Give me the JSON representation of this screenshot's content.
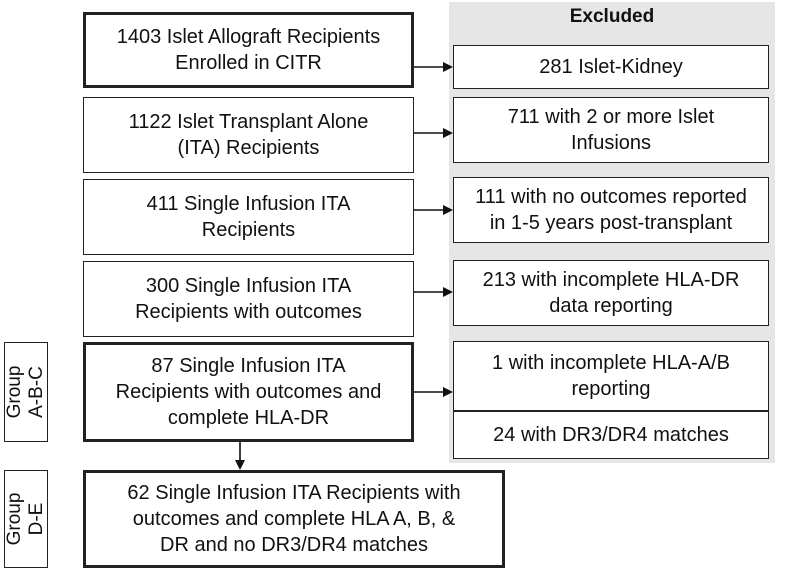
{
  "excluded_title": "Excluded",
  "main_boxes": [
    "1403 Islet Allograft Recipients\nEnrolled in CITR",
    "1122 Islet Transplant Alone\n(ITA) Recipients",
    "411 Single Infusion ITA\nRecipients",
    "300 Single Infusion ITA\nRecipients with outcomes",
    "87 Single Infusion ITA\nRecipients with outcomes and\ncomplete HLA-DR",
    "62 Single Infusion ITA Recipients with\noutcomes and complete HLA A, B, &\nDR and no DR3/DR4 matches"
  ],
  "excluded_boxes": [
    "281 Islet-Kidney",
    "711 with 2 or more Islet\nInfusions",
    "111 with no outcomes reported\nin 1-5 years post-transplant",
    "213 with incomplete HLA-DR\ndata reporting",
    "1 with incomplete HLA-A/B\nreporting",
    "24 with DR3/DR4 matches"
  ],
  "groups": [
    "Group\nA-B-C",
    "Group\nD-E"
  ]
}
